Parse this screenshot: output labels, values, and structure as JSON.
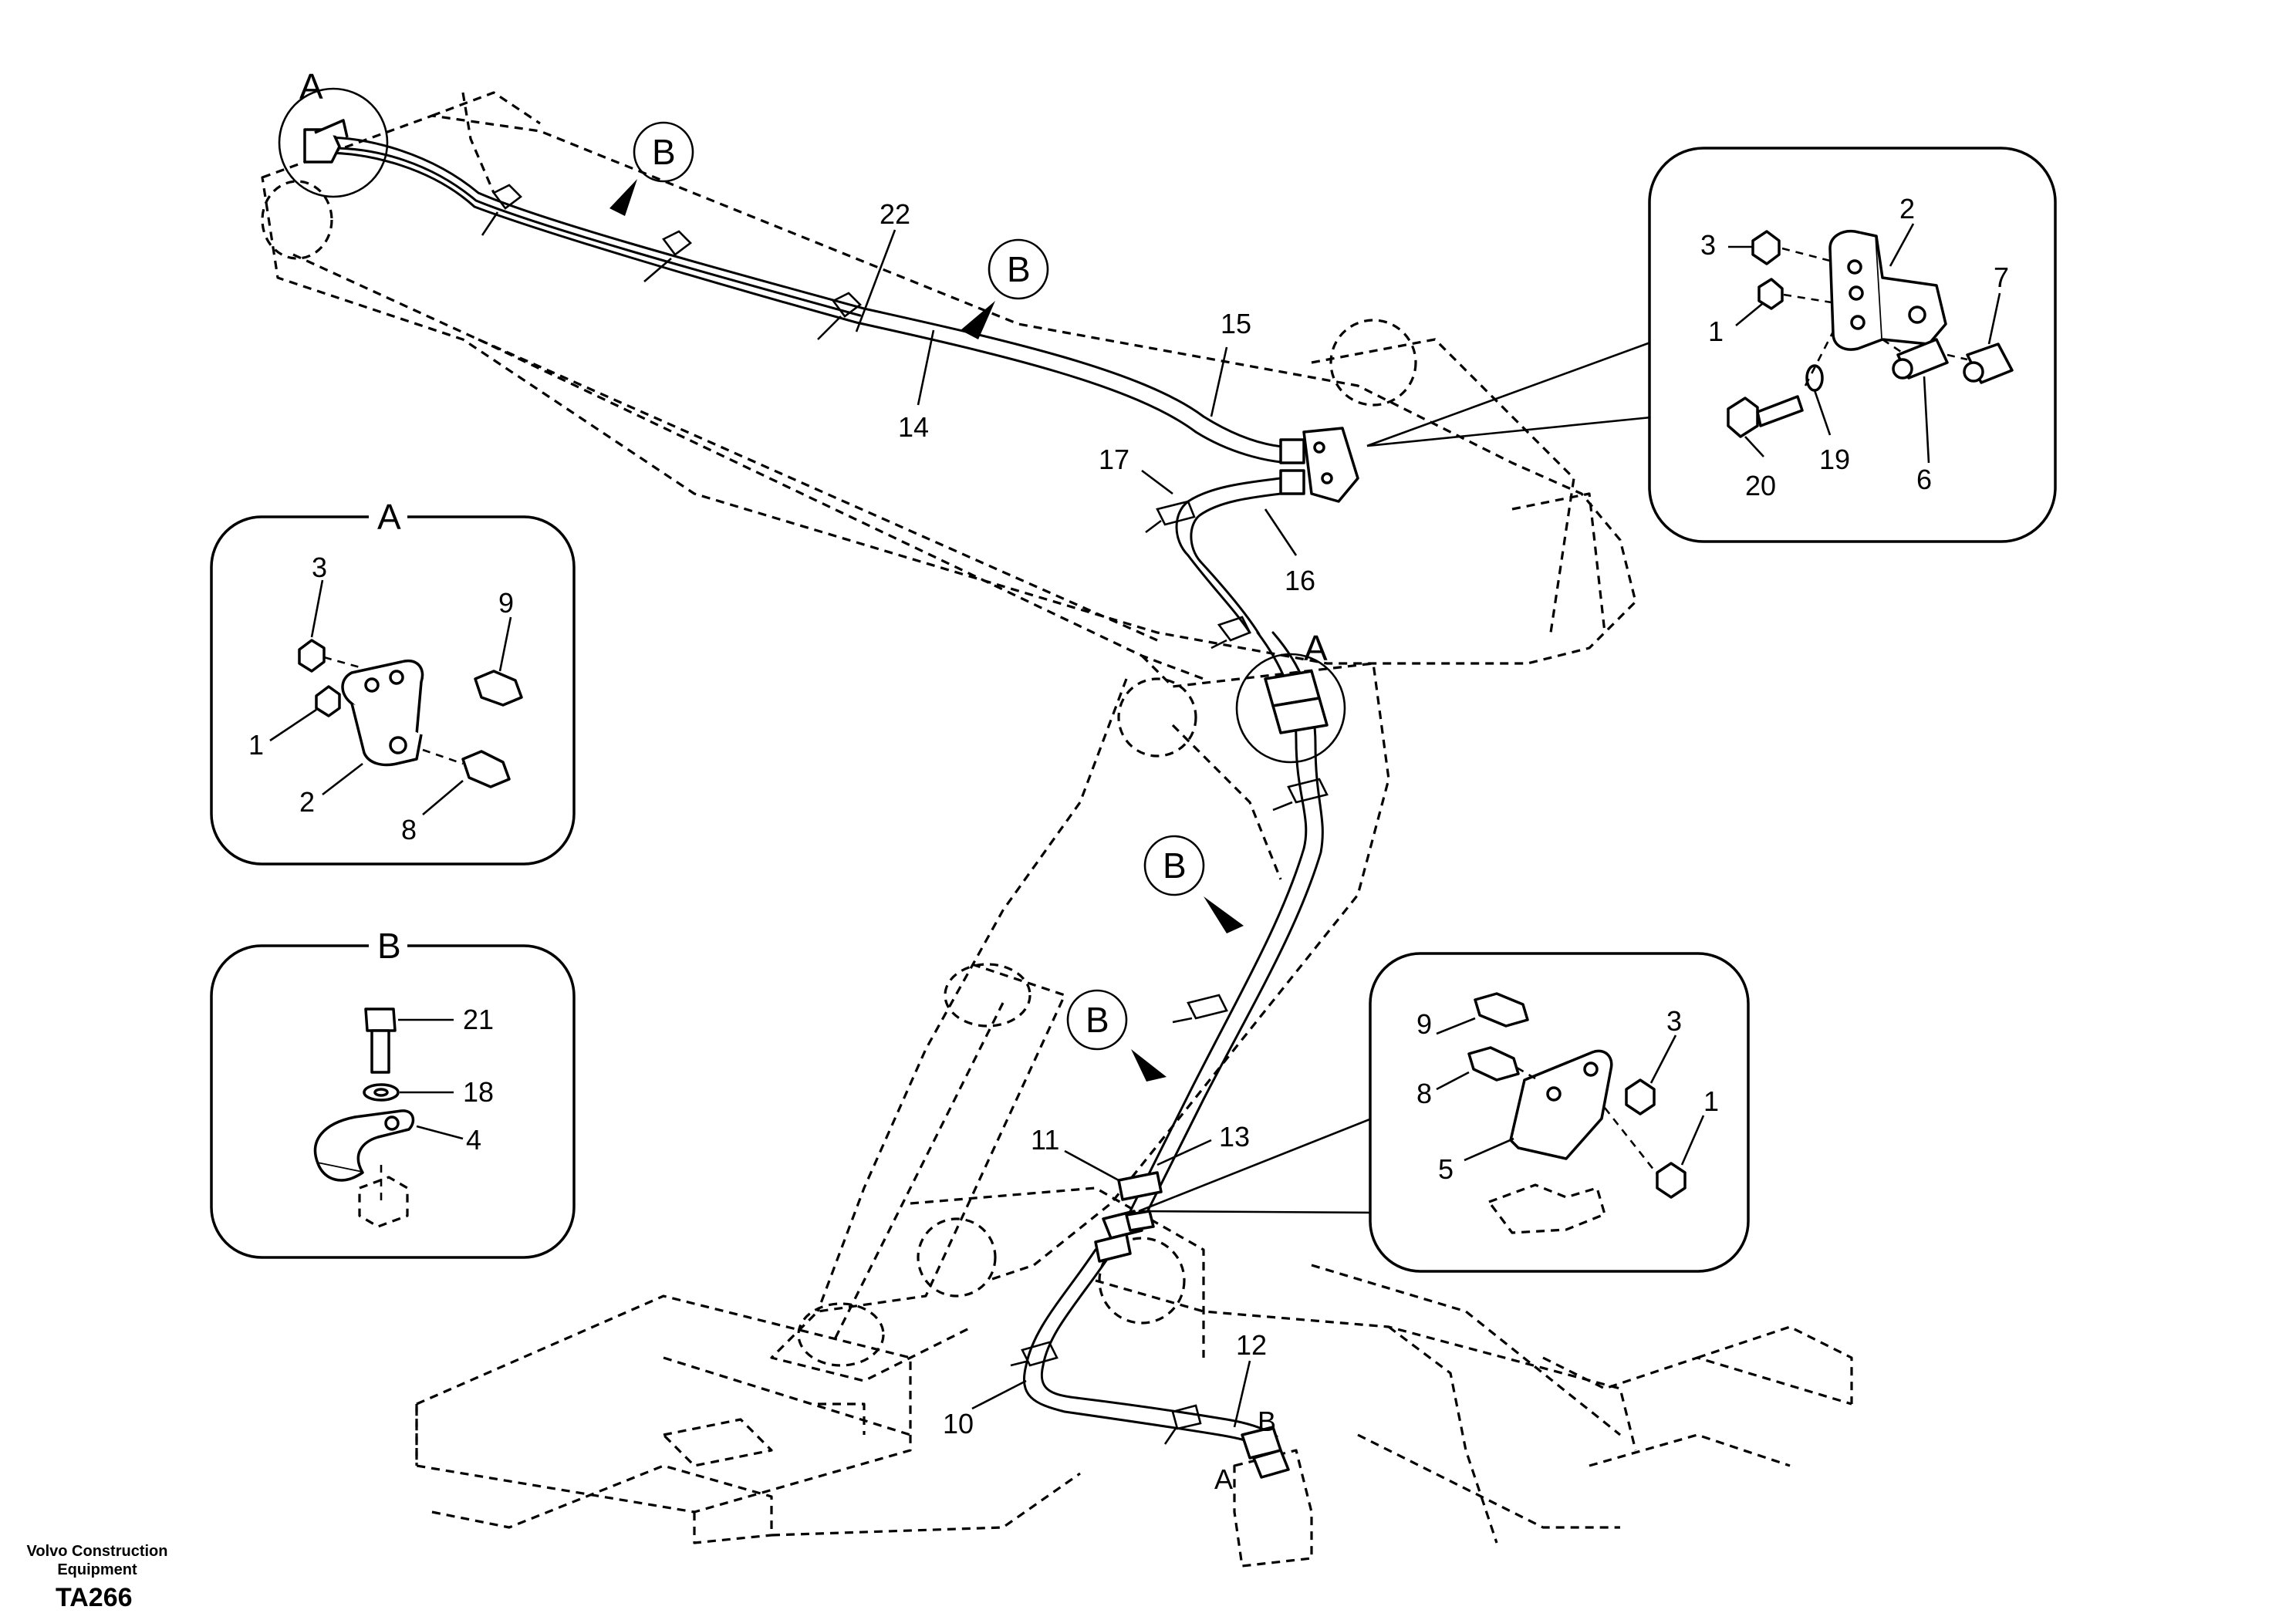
{
  "footer": {
    "company_line1": "Volvo Construction",
    "company_line2": "Equipment",
    "drawing_code": "TA266"
  },
  "detail_markers": {
    "a": "A",
    "b": "B"
  },
  "insets": {
    "a_title": "A",
    "b_title": "B"
  },
  "callouts": {
    "c1": "1",
    "c2": "2",
    "c3": "3",
    "c4": "4",
    "c5": "5",
    "c6": "6",
    "c7": "7",
    "c8": "8",
    "c9": "9",
    "c10": "10",
    "c11": "11",
    "c12": "12",
    "c13": "13",
    "c14": "14",
    "c15": "15",
    "c16": "16",
    "c17": "17",
    "c18": "18",
    "c19": "19",
    "c20": "20",
    "c21": "21",
    "c22": "22"
  },
  "port_labels": {
    "port_a": "A",
    "port_b": "B"
  }
}
